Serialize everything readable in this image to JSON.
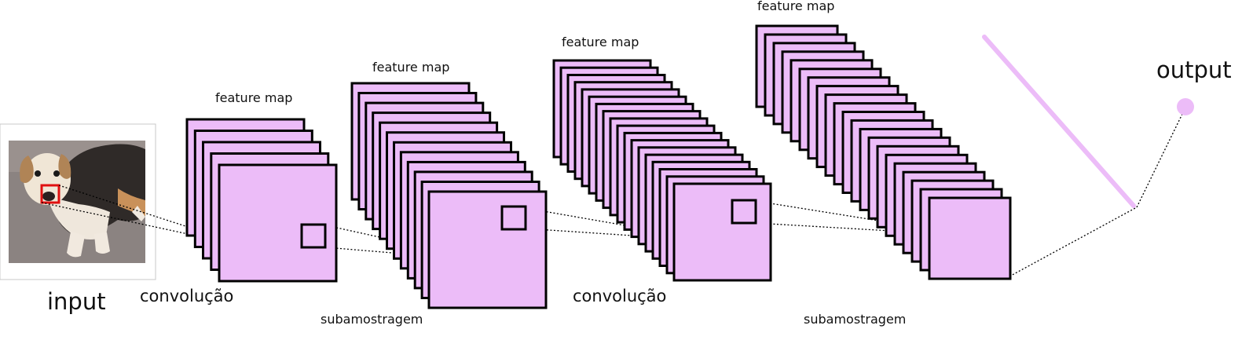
{
  "labels": {
    "input": "input",
    "output": "output",
    "convolution_1": "convolução",
    "convolution_2": "convolução",
    "subsampling_1": "subamostragem",
    "subsampling_2": "subamostragem",
    "feature_map_1": "feature map",
    "feature_map_2": "feature map",
    "feature_map_3": "feature map",
    "feature_map_4": "feature map"
  },
  "colors": {
    "feature_map_fill": "#ecbcf8",
    "feature_map_stroke": "#000000",
    "receptive_field": "#e01010",
    "fully_connected": "#ecbcf8",
    "output_node": "#ecbcf8",
    "connection_line": "#000000"
  },
  "icons": {
    "input_image": "dog-photo"
  },
  "stacks": [
    {
      "name": "feature-map-stack-1",
      "count": 5
    },
    {
      "name": "feature-map-stack-2",
      "count": 12
    },
    {
      "name": "feature-map-stack-3",
      "count": 18
    },
    {
      "name": "feature-map-stack-4",
      "count": 21
    }
  ]
}
